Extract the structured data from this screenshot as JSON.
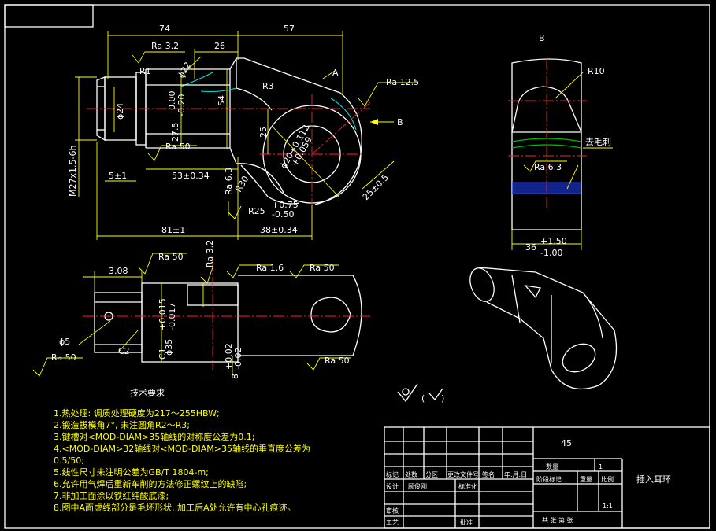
{
  "drawing": {
    "view_b_label": "B",
    "section_a_label": "A",
    "arrow_b_label": "B",
    "dims": {
      "top_74": "74",
      "top_57": "57",
      "top_26": "26",
      "phi22": "ϕ22",
      "r1": "R1",
      "phi24": "ϕ24",
      "tol_000": "0.00",
      "tol_020": "-0.20",
      "dim_275": "27.5",
      "dim_54": "54",
      "r3": "R3",
      "dim_25": "25",
      "hole_dia": "ϕ20+0.112",
      "hole_tol": "+0.059",
      "thread": "M27x1.5-6h",
      "dim_5": "5±1",
      "dim_53": "53±0.34",
      "r30": "R30",
      "r25": "R25",
      "r25_up": "+0.75",
      "r25_dn": "-0.50",
      "dim_25_2": "25±0.5",
      "dim_81": "81±1",
      "dim_38": "38±0.34",
      "r10": "R10",
      "qu_mao_ci": "去毛刺",
      "dim_36": "36",
      "dim_36_up": "+1.50",
      "dim_36_dn": "-1.00",
      "dim_308": "3.08",
      "phi35": "ϕ35",
      "phi35_up": "+0.015",
      "phi35_dn": "-0.017",
      "dim_8": "8",
      "dim_8_up": "+0.02",
      "dim_8_dn": "-0.02",
      "phi5": "ϕ5",
      "c2": "C2",
      "c1": "C1"
    },
    "roughness": {
      "ra32": "Ra 3.2",
      "ra125": "Ra 12.5",
      "ra50": "Ra 50",
      "ra63": "Ra 6.3",
      "ra63b": "Ra 6.3",
      "ra16": "Ra 1.6",
      "ra32v": "Ra 3.2"
    }
  },
  "tech_requirements": {
    "title": "技术要求",
    "items": [
      "1.热处理: 调质处理硬度为217～255HBW;",
      "2.锻造拔模角7°, 未注圆角R2～R3;",
      "3.键槽对<MOD-DIAM>35轴线的对称度公差为0.1;",
      "4.<MOD-DIAM>32轴线对<MOD-DIAM>35轴线的垂直度公差为",
      "0.5/50;",
      "5.线性尺寸未注明公差为GB/T 1804-m;",
      "6.允许用气焊后重新车削的方法修正螺纹上的缺陷;",
      "7.非加工面涂以铁红纯酸底漆;",
      "8.图中A面虚线部分是毛坯形状, 加工后A处允许有中心孔痕迹。"
    ]
  },
  "title_block": {
    "material": "45",
    "part_name": "插入耳环",
    "quantity_label": "数量",
    "quantity": "1",
    "stage_label": "阶段标记",
    "weight_label": "重量",
    "scale_label": "比例",
    "scale": "1:1",
    "sheet_label": "共   张  第   张",
    "row_labels": [
      "标记",
      "处数",
      "分区",
      "更改文件号",
      "签名",
      "年.月.日"
    ],
    "design_label": "设计",
    "design_name": "顾俊刚",
    "standard_label": "标准化",
    "review_label": "审核",
    "process_label": "工艺",
    "approve_label": "批准"
  }
}
